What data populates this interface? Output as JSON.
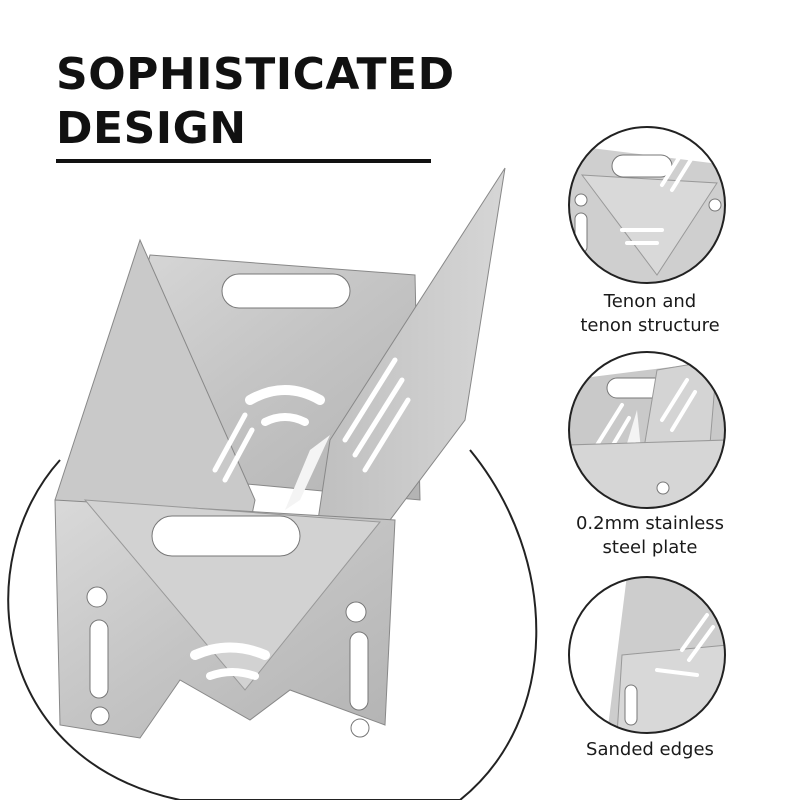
{
  "heading": {
    "line1": "SOPHISTICATED",
    "line2": "DESIGN"
  },
  "features": [
    {
      "line1": "Tenon and",
      "line2": "tenon structure"
    },
    {
      "line1": "0.2mm stainless",
      "line2": "steel plate"
    },
    {
      "line1": "Sanded edges",
      "line2": ""
    }
  ],
  "colors": {
    "text": "#111111",
    "steel": "#c8c8c8",
    "steel_dark": "#a9a9a9",
    "outline": "#222222"
  }
}
